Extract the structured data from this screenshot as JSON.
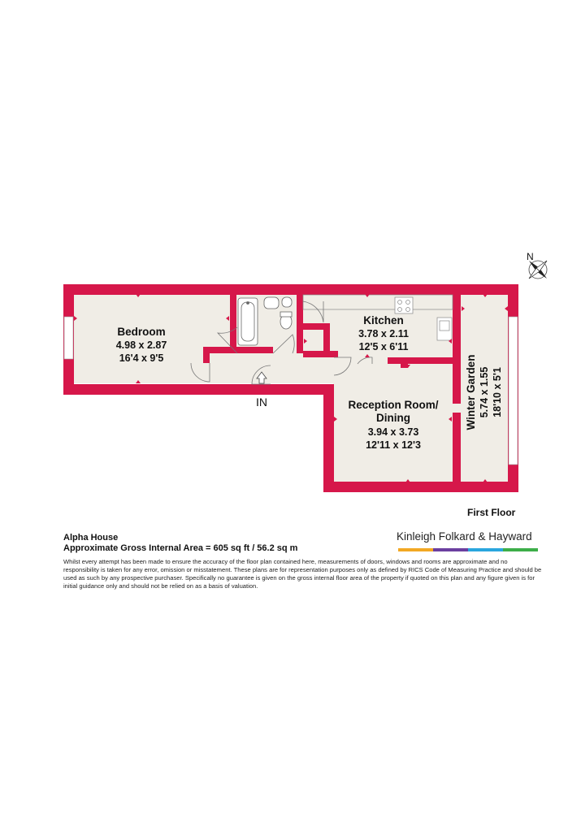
{
  "compass": {
    "label": "N"
  },
  "rooms": {
    "bedroom": {
      "name": "Bedroom",
      "metric": "4.98 x 2.87",
      "imperial": "16'4 x 9'5"
    },
    "kitchen": {
      "name": "Kitchen",
      "metric": "3.78 x 2.11",
      "imperial": "12'5 x 6'11"
    },
    "reception": {
      "name_line1": "Reception Room/",
      "name_line2": "Dining",
      "metric": "3.94 x 3.73",
      "imperial": "12'11 x 12'3"
    },
    "winter_garden": {
      "name": "Winter Garden",
      "metric": "5.74 x 1.55",
      "imperial": "18'10 x 5'1"
    }
  },
  "entrance_label": "IN",
  "floor_label": "First Floor",
  "property": {
    "name": "Alpha House",
    "area_line": "Approximate Gross Internal Area = 605 sq ft / 56.2 sq m"
  },
  "disclaimer": "Whilst every attempt has been made to ensure the accuracy of the floor plan contained here, measurements of doors, windows and rooms are approximate and no responsibility is taken for any error, omission or misstatement. These plans are for representation purposes only as defined by RICS Code of Measuring Practice and should be used as such by any prospective purchaser. Specifically no guarantee is given on the gross internal floor area of the property if quoted on this plan and any figure given is for initial guidance only and should not be relied on as a basis of valuation.",
  "brand": {
    "name": "Kinleigh Folkard & Hayward",
    "stripe_colors": [
      "#f2a823",
      "#6b3fa0",
      "#2aa6de",
      "#3dae49"
    ]
  },
  "colors": {
    "wall": "#d6174a",
    "floor": "#f0ede6"
  }
}
